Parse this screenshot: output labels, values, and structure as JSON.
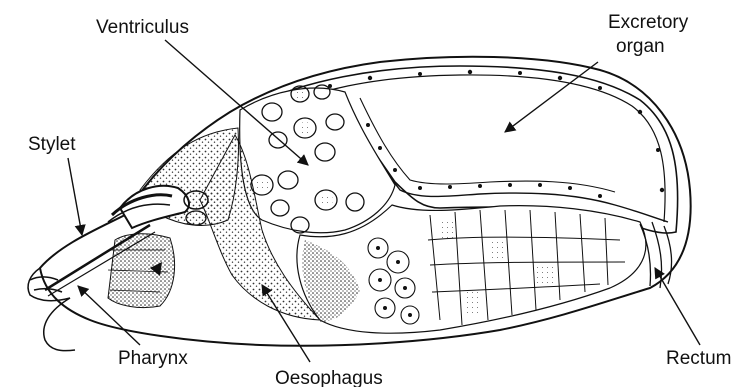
{
  "labels": {
    "ventriculus": "Ventriculus",
    "excretory_line1": "Excretory",
    "excretory_line2": "organ",
    "stylet": "Stylet",
    "pharynx": "Pharynx",
    "oesophagus": "Oesophagus",
    "rectum": "Rectum"
  },
  "colors": {
    "ink": "#111111",
    "paper": "#ffffff",
    "stipple": "#333333"
  }
}
